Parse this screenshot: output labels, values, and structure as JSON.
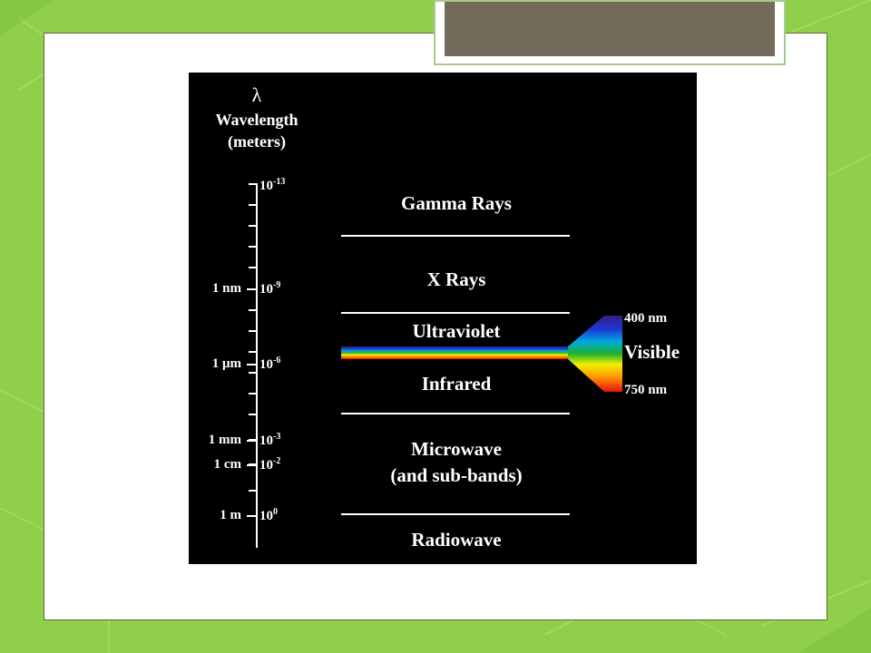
{
  "diagram": {
    "axis": {
      "symbol": "λ",
      "title": "Wavelength",
      "unit": "(meters)"
    },
    "scale_labels": [
      {
        "unit": "",
        "base": "10",
        "exp": "-13"
      },
      {
        "unit": "1 nm",
        "base": "10",
        "exp": "-9"
      },
      {
        "unit": "1 μm",
        "base": "10",
        "exp": "-6"
      },
      {
        "unit": "1 mm",
        "base": "10",
        "exp": "-3"
      },
      {
        "unit": "1 cm",
        "base": "10",
        "exp": "-2"
      },
      {
        "unit": "1 m",
        "base": "10",
        "exp": "0"
      }
    ],
    "bands": {
      "gamma": "Gamma Rays",
      "xray": "X Rays",
      "uv": "Ultraviolet",
      "ir": "Infrared",
      "microwave": "Microwave",
      "microwave_sub": "(and sub-bands)",
      "radio": "Radiowave"
    },
    "visible": {
      "label": "Visible",
      "top": "400 nm",
      "bottom": "750 nm",
      "colors": [
        "#3a1a8a",
        "#1a3ad0",
        "#00a8e0",
        "#20b030",
        "#f0f000",
        "#ff9a00",
        "#e81010"
      ]
    }
  },
  "colors": {
    "background_green": "#8fcf4a",
    "figure_bg": "#000000",
    "title_bar": "#736a5a"
  }
}
